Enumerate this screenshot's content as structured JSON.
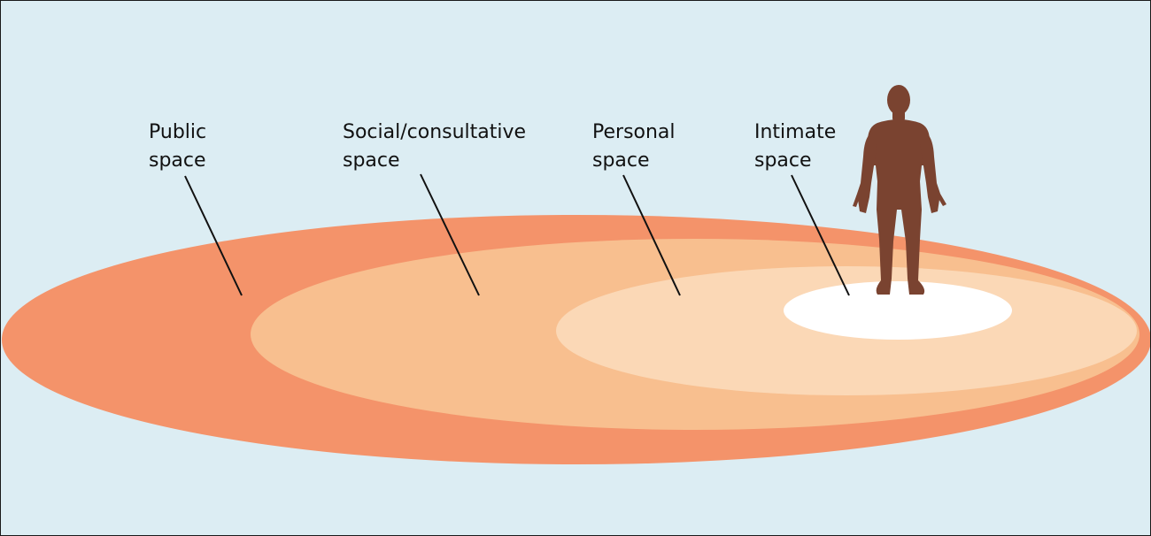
{
  "zones": [
    {
      "id": "public",
      "line1": "Public",
      "line2": "space",
      "color": "#f4936a"
    },
    {
      "id": "social",
      "line1": "Social/consultative",
      "line2": "space",
      "color": "#f8bf8f"
    },
    {
      "id": "personal",
      "line1": "Personal",
      "line2": "space",
      "color": "#fbd8b6"
    },
    {
      "id": "intimate",
      "line1": "Intimate",
      "line2": "space",
      "color": "#ffffff"
    }
  ],
  "colors": {
    "background": "#dcedf3",
    "figure": "#7a4330",
    "leader_line": "#111111"
  },
  "icons": {
    "figure": "human-figure-icon"
  }
}
